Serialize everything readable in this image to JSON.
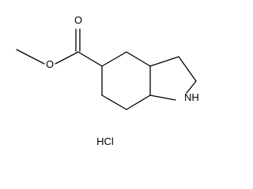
{
  "molecule": {
    "atoms": {
      "carbonyl_oxygen": "O",
      "ester_oxygen": "O",
      "ring_nitrogen": "NH"
    },
    "salt": "HCl"
  }
}
